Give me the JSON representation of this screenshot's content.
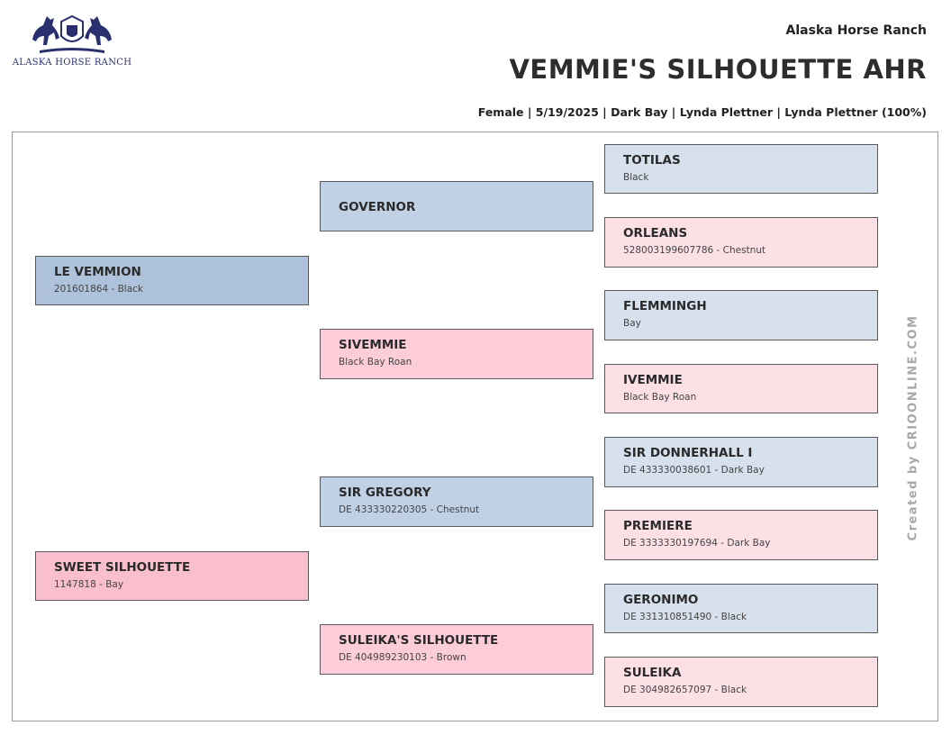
{
  "header": {
    "logo_text": "ALASKA HORSE RANCH",
    "ranch": "Alaska Horse Ranch",
    "horse_name": "VEMMIE'S SILHOUETTE AHR",
    "details": "Female | 5/19/2025 | Dark Bay | Lynda Plettner | Lynda Plettner (100%)"
  },
  "pedigree": {
    "sire": {
      "name": "LE VEMMION",
      "detail": "201601864 - Black"
    },
    "dam": {
      "name": "SWEET SILHOUETTE",
      "detail": "1147818 - Bay"
    },
    "sire_sire": {
      "name": "GOVERNOR",
      "detail": ""
    },
    "sire_dam": {
      "name": "SIVEMMIE",
      "detail": "Black Bay Roan"
    },
    "dam_sire": {
      "name": "SIR GREGORY",
      "detail": "DE 433330220305 - Chestnut"
    },
    "dam_dam": {
      "name": "SULEIKA'S SILHOUETTE",
      "detail": "DE 404989230103 - Brown"
    },
    "gen3": [
      {
        "name": "TOTILAS",
        "detail": "Black"
      },
      {
        "name": "ORLEANS",
        "detail": "528003199607786 - Chestnut"
      },
      {
        "name": "FLEMMINGH",
        "detail": "Bay"
      },
      {
        "name": "IVEMMIE",
        "detail": "Black Bay Roan"
      },
      {
        "name": "SIR DONNERHALL I",
        "detail": "DE 433330038601 - Dark Bay"
      },
      {
        "name": "PREMIERE",
        "detail": "DE 3333330197694 - Dark Bay"
      },
      {
        "name": "GERONIMO",
        "detail": "DE 331310851490 - Black"
      },
      {
        "name": "SULEIKA",
        "detail": "DE 304982657097 - Black"
      }
    ]
  },
  "footer": {
    "credit": "Created by  CRIOONLINE.COM"
  }
}
